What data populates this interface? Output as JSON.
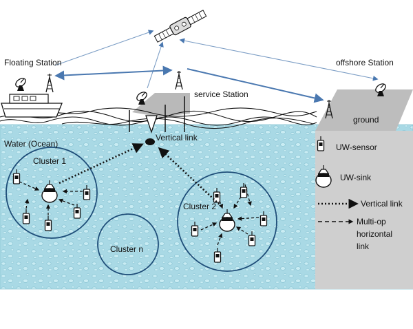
{
  "labels": {
    "floating_station": "Floating Station",
    "offshore_station": "offshore Station",
    "service_station": "service Station",
    "ground": "ground",
    "vertical_link": "Vertical link",
    "water": "Water (Ocean)",
    "cluster_1": "Cluster 1",
    "cluster_2": "Cluster 2",
    "cluster_n": "Cluster n"
  },
  "legend": {
    "uw_sensor": "UW-sensor",
    "uw_sink": "UW-sink",
    "vertical_link": "Vertical link",
    "multi_hop_line1": "Multi-op",
    "multi_hop_line2": "horizontal",
    "multi_hop_line3": "link"
  },
  "colors": {
    "water": "#a8d8e4",
    "water_dark": "#7fbfcf",
    "ground": "#c8c8c8",
    "link_blue": "#4a78b0",
    "cluster_ring": "#1f4e79"
  }
}
